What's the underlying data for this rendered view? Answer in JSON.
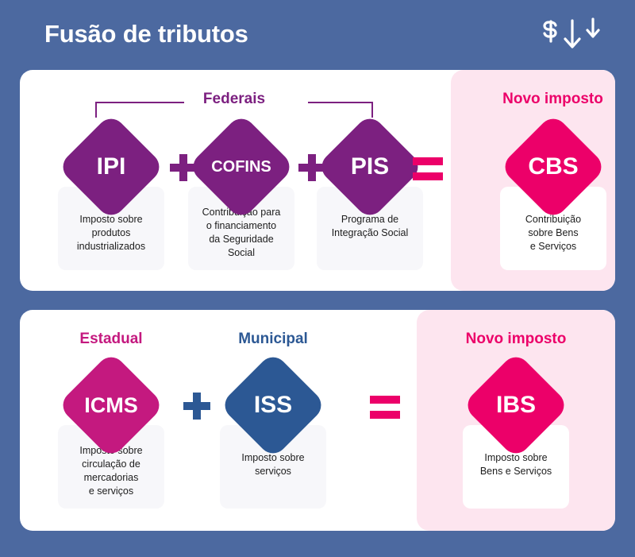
{
  "header": {
    "title": "Fusão de tributos",
    "icon": "money-down-arrows-icon"
  },
  "colors": {
    "background": "#4c69a0",
    "purple": "#7c2080",
    "magenta": "#c4197f",
    "pink": "#ec0069",
    "blue": "#2c5894",
    "pink_zone": "#fde5ef",
    "card": "#f7f7fa",
    "panel": "#ffffff"
  },
  "panels": [
    {
      "id": "federal",
      "group_label": "Federais",
      "new_tax_label": "Novo imposto",
      "operators": {
        "plus": "+",
        "equals": "="
      },
      "items": [
        {
          "acronym": "IPI",
          "caption": "Imposto sobre\nprodutos\nindustrializados"
        },
        {
          "acronym": "COFINS",
          "caption": "Contribuição para\no financiamento\nda Seguridade\nSocial"
        },
        {
          "acronym": "PIS",
          "caption": "Programa de\nIntegração Social"
        }
      ],
      "result": {
        "acronym": "CBS",
        "caption": "Contribuição\nsobre Bens\ne Serviços"
      }
    },
    {
      "id": "local",
      "new_tax_label": "Novo imposto",
      "operators": {
        "plus": "+",
        "equals": "="
      },
      "headings": [
        {
          "label": "Estadual",
          "color": "#c4197f"
        },
        {
          "label": "Municipal",
          "color": "#2c5894"
        }
      ],
      "items": [
        {
          "acronym": "ICMS",
          "caption": "Imposto sobre\ncirculação de\nmercadorias\ne serviços"
        },
        {
          "acronym": "ISS",
          "caption": "Imposto sobre\nserviços"
        }
      ],
      "result": {
        "acronym": "IBS",
        "caption": "Imposto sobre\nBens e Serviços"
      }
    }
  ]
}
